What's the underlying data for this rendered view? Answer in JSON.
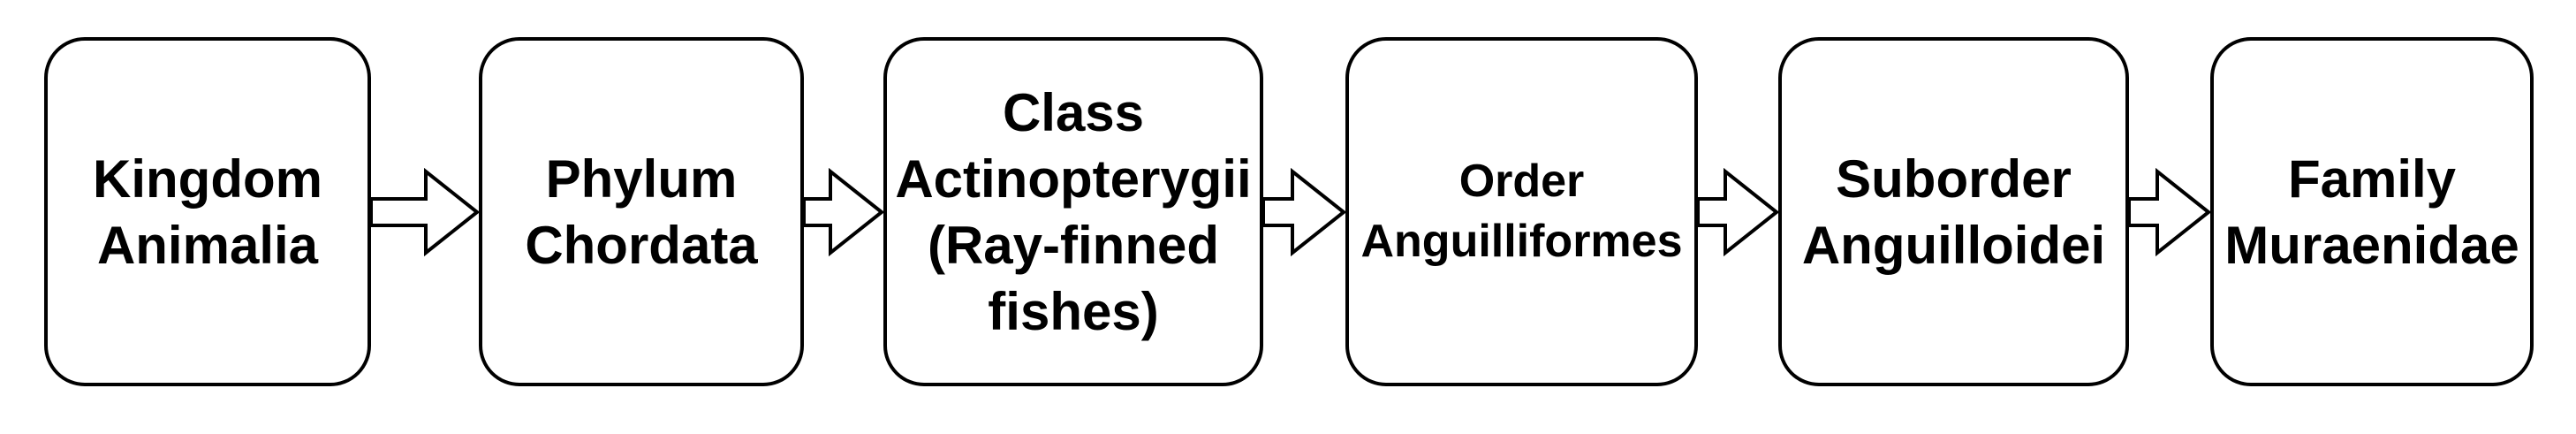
{
  "diagram": {
    "type": "flowchart",
    "direction": "left-to-right",
    "nodes": [
      {
        "id": "kingdom",
        "label": "Kingdom\nAnimalia"
      },
      {
        "id": "phylum",
        "label": "Phylum\nChordata"
      },
      {
        "id": "class",
        "label": "Class\nActinopterygii\n(Ray-finned\nfishes)"
      },
      {
        "id": "order",
        "label": "Order\nAnguilliformes"
      },
      {
        "id": "suborder",
        "label": "Suborder\nAnguilloidei"
      },
      {
        "id": "family",
        "label": "Family\nMuraenidae"
      }
    ],
    "connections": [
      {
        "from": "kingdom",
        "to": "phylum"
      },
      {
        "from": "phylum",
        "to": "class"
      },
      {
        "from": "class",
        "to": "order"
      },
      {
        "from": "order",
        "to": "suborder"
      },
      {
        "from": "suborder",
        "to": "family"
      }
    ],
    "colors": {
      "node_border": "#000000",
      "node_fill": "#ffffff",
      "text": "#000000",
      "background": "#ffffff",
      "arrow_outline": "#000000",
      "arrow_fill": "#ffffff"
    }
  }
}
